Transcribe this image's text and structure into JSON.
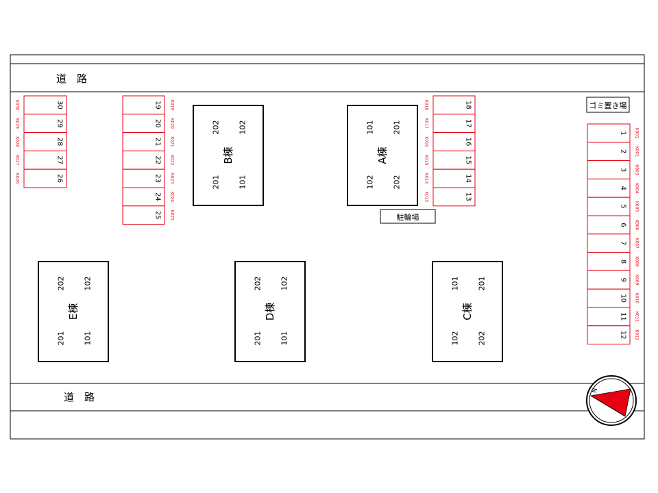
{
  "road_label": "道　路",
  "garbage_label": "ゴミ置き場",
  "bicycle_label": "駐輪場",
  "buildings": [
    {
      "id": "A",
      "label": "A棟",
      "rooms": [
        "101",
        "201",
        "102",
        "202"
      ]
    },
    {
      "id": "B",
      "label": "B棟",
      "rooms": [
        "202",
        "102",
        "201",
        "101"
      ]
    },
    {
      "id": "C",
      "label": "C棟",
      "rooms": [
        "101",
        "201",
        "102",
        "202"
      ]
    },
    {
      "id": "D",
      "label": "D棟",
      "rooms": [
        "202",
        "102",
        "201",
        "101"
      ]
    },
    {
      "id": "E",
      "label": "E棟",
      "rooms": [
        "202",
        "102",
        "201",
        "101"
      ]
    }
  ],
  "parking": {
    "right": {
      "numbers": [
        "1",
        "2",
        "3",
        "4",
        "5",
        "6",
        "7",
        "8",
        "9",
        "10",
        "11",
        "12"
      ],
      "codes": [
        "K001",
        "K002",
        "K003",
        "K004",
        "K005",
        "K006",
        "K007",
        "K008",
        "K009",
        "K010",
        "K011",
        "K012"
      ]
    },
    "center": {
      "numbers": [
        "18",
        "17",
        "16",
        "15",
        "14",
        "13"
      ],
      "codes": [
        "K018",
        "K017",
        "K016",
        "K015",
        "K014",
        "K013"
      ]
    },
    "middle": {
      "numbers": [
        "19",
        "20",
        "21",
        "22",
        "23",
        "24",
        "25"
      ],
      "codes": [
        "K019",
        "K020",
        "K021",
        "K022",
        "K023",
        "K024",
        "K025"
      ]
    },
    "left": {
      "numbers": [
        "30",
        "29",
        "28",
        "27",
        "26"
      ],
      "codes": [
        "K030",
        "K029",
        "K028",
        "K027",
        "K026"
      ]
    }
  },
  "compass_letter": "N",
  "colors": {
    "parking": "#e60012",
    "line": "#000000"
  }
}
